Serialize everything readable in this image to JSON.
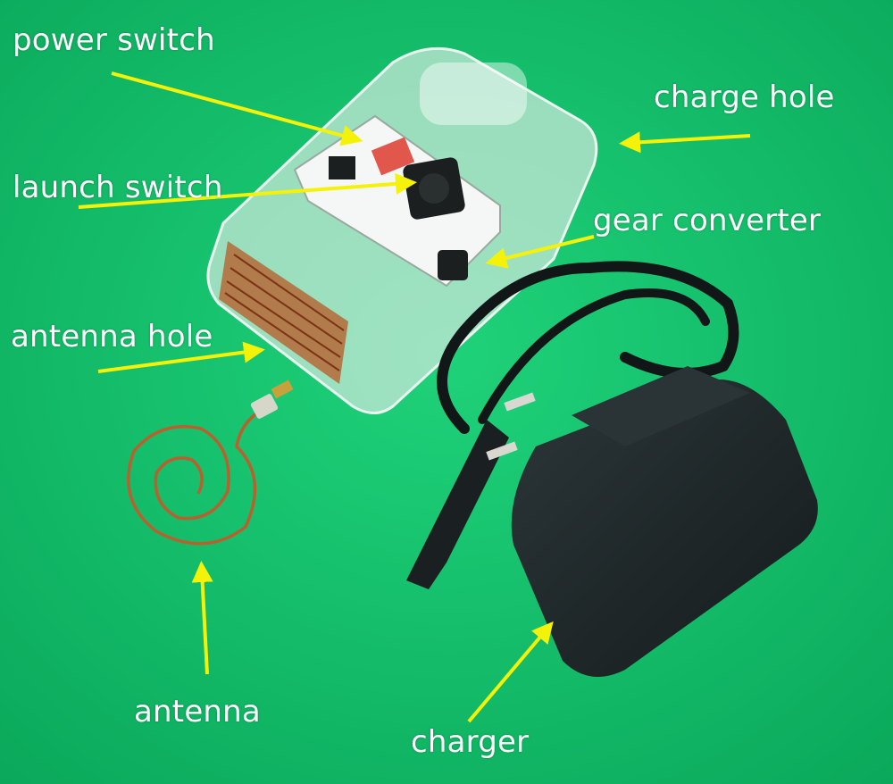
{
  "colors": {
    "background": "#12c46a",
    "arrow": "#f5f20a",
    "label_text": "#ffffff",
    "copper": "#b8612f",
    "charger_body": "#1d2627"
  },
  "labels": {
    "power_switch": "power switch",
    "charge_hole": "charge hole",
    "launch_switch": "launch switch",
    "gear_converter": "gear converter",
    "antenna_hole": "antenna hole",
    "antenna": "antenna",
    "charger": "charger"
  }
}
